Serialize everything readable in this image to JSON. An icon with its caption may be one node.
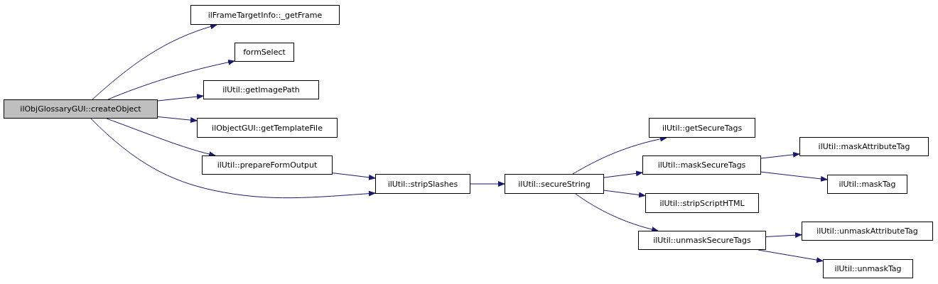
{
  "diagram": {
    "nodes": [
      {
        "text": [
          "ilObjGlossaryGUI::createObject"
        ]
      },
      {
        "text": [
          "ilFrameTargetInfo::_getFrame"
        ]
      },
      {
        "text": [
          "formSelect"
        ]
      },
      {
        "text": [
          "ilUtil::getImagePath"
        ]
      },
      {
        "text": [
          "ilObjectGUI::getTemplateFile"
        ]
      },
      {
        "text": [
          "ilUtil::prepareFormOutput"
        ]
      },
      {
        "text": [
          "ilUtil::stripSlashes"
        ]
      },
      {
        "text": [
          "ilUtil::secureString"
        ]
      },
      {
        "text": [
          "ilUtil::getSecureTags"
        ]
      },
      {
        "text": [
          "ilUtil::maskSecureTags"
        ]
      },
      {
        "text": [
          "ilUtil::stripScriptHTML"
        ]
      },
      {
        "text": [
          "ilUtil::unmaskSecureTags"
        ]
      },
      {
        "text": [
          "ilUtil::maskAttributeTag"
        ]
      },
      {
        "text": [
          "ilUtil::maskTag"
        ]
      },
      {
        "text": [
          "ilUtil::unmaskAttributeTag"
        ]
      },
      {
        "text": [
          "ilUtil::unmaskTag"
        ]
      }
    ],
    "edges": [
      {
        "from": 0,
        "to": 1,
        "arrow": "to"
      },
      {
        "from": 0,
        "to": 2,
        "arrow": "to"
      },
      {
        "from": 0,
        "to": 3,
        "arrow": "to"
      },
      {
        "from": 0,
        "to": 4,
        "arrow": "to"
      },
      {
        "from": 0,
        "to": 5,
        "arrow": "to"
      },
      {
        "from": 0,
        "to": 6,
        "arrow": "to"
      },
      {
        "from": 5,
        "to": 6,
        "arrow": "to"
      },
      {
        "from": 6,
        "to": 7,
        "arrow": "to"
      },
      {
        "from": 7,
        "to": 8,
        "arrow": "to"
      },
      {
        "from": 7,
        "to": 9,
        "arrow": "to"
      },
      {
        "from": 7,
        "to": 10,
        "arrow": "to"
      },
      {
        "from": 7,
        "to": 11,
        "arrow": "to"
      },
      {
        "from": 9,
        "to": 12,
        "arrow": "to"
      },
      {
        "from": 9,
        "to": 13,
        "arrow": "to"
      },
      {
        "from": 11,
        "to": 14,
        "arrow": "to"
      },
      {
        "from": 11,
        "to": 15,
        "arrow": "to"
      }
    ]
  }
}
